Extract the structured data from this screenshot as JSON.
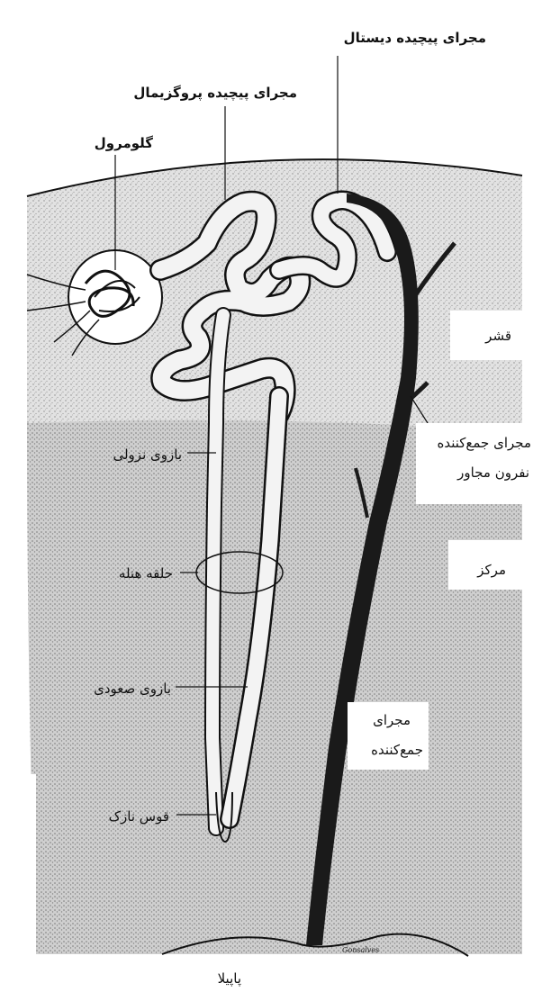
{
  "labels": {
    "distal_tubule": "مجرای پیچیده دیستال",
    "proximal_tubule": "مجرای پیچیده پروگزیمال",
    "glomerulus": "گلومرول",
    "cortex": "قشر",
    "collecting_duct_adjacent_line1": "مجرای جمع‌کننده",
    "collecting_duct_adjacent_line2": "نفرون مجاور",
    "descending_limb": "بازوی نزولی",
    "loop_of_henle": "حلقه هنله",
    "medulla": "مرکز",
    "ascending_limb": "بازوی صعودی",
    "collecting_duct_line1": "مجرای",
    "collecting_duct_line2": "جمع‌کننده",
    "thin_segment": "قوس نازک",
    "papilla": "پاپیلا",
    "artist_signature": "Gonsalves"
  },
  "colors": {
    "ink": "#111111",
    "cortex_fill": "#dedede",
    "medulla_fill": "#c9c9c9",
    "label_bg": "#ffffff",
    "tubule_fill": "#f3f3f3",
    "duct_fill": "#1a1a1a"
  }
}
